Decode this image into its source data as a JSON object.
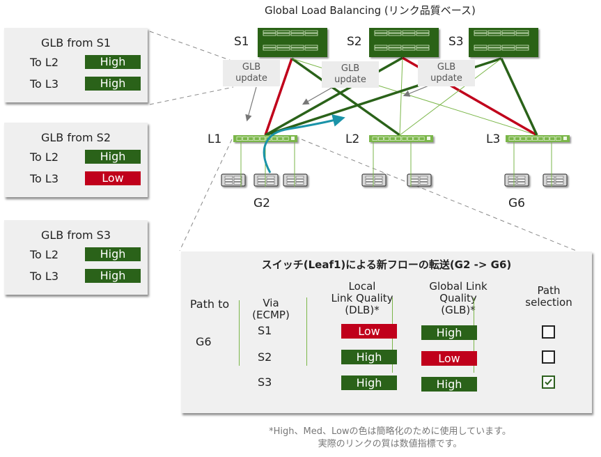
{
  "title": "Global Load Balancing (リンク品質ベース)",
  "colors": {
    "high": "#2a6219",
    "low": "#c0001b",
    "spine": "#2a6219",
    "leaf": "#7ab648",
    "flow": "#1a93a8",
    "panel_bg": "#efefef"
  },
  "glb_boxes": [
    {
      "header": "GLB from S1",
      "rows": [
        {
          "label": "To L2",
          "value": "High",
          "level": "high"
        },
        {
          "label": "To L3",
          "value": "High",
          "level": "high"
        }
      ]
    },
    {
      "header": "GLB from S2",
      "rows": [
        {
          "label": "To L2",
          "value": "High",
          "level": "high"
        },
        {
          "label": "To L3",
          "value": "Low",
          "level": "low"
        }
      ]
    },
    {
      "header": "GLB from S3",
      "rows": [
        {
          "label": "To L2",
          "value": "High",
          "level": "high"
        },
        {
          "label": "To L3",
          "value": "High",
          "level": "high"
        }
      ]
    }
  ],
  "spines": [
    {
      "label": "S1"
    },
    {
      "label": "S2"
    },
    {
      "label": "S3"
    }
  ],
  "leaves": [
    {
      "label": "L1"
    },
    {
      "label": "L2"
    },
    {
      "label": "L3"
    }
  ],
  "groups": [
    {
      "label": "G2"
    },
    {
      "label": "G6"
    }
  ],
  "glb_update_label_line1": "GLB",
  "glb_update_label_line2": "update",
  "links": [
    {
      "from": "S1",
      "to": "L1",
      "quality": "low"
    },
    {
      "from": "S1",
      "to": "L2",
      "quality": "high"
    },
    {
      "from": "S1",
      "to": "L3",
      "quality": "thin"
    },
    {
      "from": "S2",
      "to": "L1",
      "quality": "high"
    },
    {
      "from": "S2",
      "to": "L2",
      "quality": "thin"
    },
    {
      "from": "S2",
      "to": "L3",
      "quality": "low"
    },
    {
      "from": "S3",
      "to": "L1",
      "quality": "high"
    },
    {
      "from": "S3",
      "to": "L2",
      "quality": "thin"
    },
    {
      "from": "S3",
      "to": "L3",
      "quality": "high"
    }
  ],
  "panel": {
    "title": "スイッチ(Leaf1)による新フローの転送(G2 -> G6)",
    "headers": {
      "path_to": "Path to",
      "via": [
        "Via",
        "(ECMP)"
      ],
      "local": [
        "Local",
        "Link Quality",
        "(DLB)*"
      ],
      "global": [
        "Global Link",
        "Quality",
        "(GLB)*"
      ],
      "selection": [
        "Path",
        "selection"
      ]
    },
    "destination": "G6",
    "rows": [
      {
        "via": "S1",
        "local": "Low",
        "local_level": "low",
        "global": "High",
        "global_level": "high",
        "selected": false
      },
      {
        "via": "S2",
        "local": "High",
        "local_level": "high",
        "global": "Low",
        "global_level": "low",
        "selected": false
      },
      {
        "via": "S3",
        "local": "High",
        "local_level": "high",
        "global": "High",
        "global_level": "high",
        "selected": true
      }
    ]
  },
  "footnote": [
    "*High、Med、Lowの色は簡略化のために使用しています。",
    "実際のリンクの質は数値指標です。"
  ]
}
